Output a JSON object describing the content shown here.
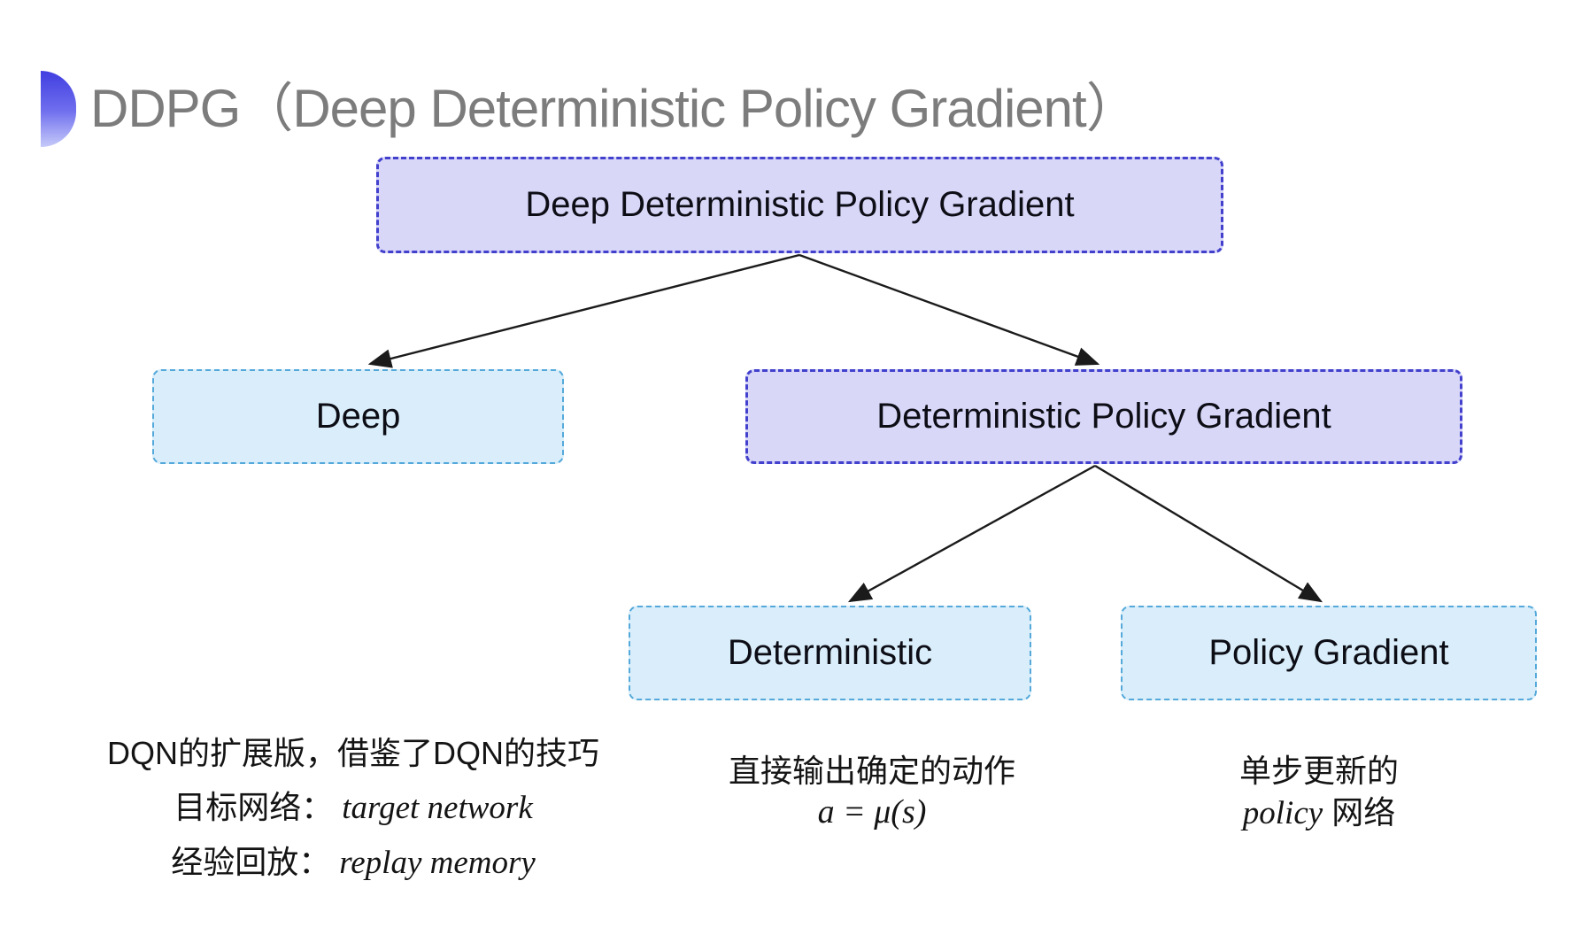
{
  "header": {
    "title": "DDPG（Deep Deterministic Policy Gradient）",
    "icon": "blue-gradient-semicircle"
  },
  "colors": {
    "background": "#ffffff",
    "title_gray": "#7c7c7c",
    "icon_blue_top": "#403ee0",
    "icon_blue_bottom": "#c6caf9",
    "purple_node_fill": "#d8d7f8",
    "purple_node_border": "#4240cd",
    "blue_node_fill": "#d9eefa",
    "blue_node_border": "#54a9da",
    "arrow_black": "#1b1b1b",
    "node_text": "#0d0d16"
  },
  "nodes": {
    "root": {
      "label": "Deep Deterministic Policy Gradient",
      "style": "purple"
    },
    "deep": {
      "label": "Deep",
      "style": "blue"
    },
    "dpg": {
      "label": "Deterministic Policy Gradient",
      "style": "purple"
    },
    "det": {
      "label": "Deterministic",
      "style": "blue"
    },
    "pg": {
      "label": "Policy Gradient",
      "style": "blue"
    }
  },
  "edges": [
    {
      "from": "root",
      "to": "deep"
    },
    {
      "from": "root",
      "to": "dpg"
    },
    {
      "from": "dpg",
      "to": "det"
    },
    {
      "from": "dpg",
      "to": "pg"
    }
  ],
  "notes": {
    "left": {
      "line1": "DQN的扩展版，借鉴了DQN的技巧",
      "line2_label": "目标网络：",
      "line2_value": "target network",
      "line3_label": "经验回放：",
      "line3_value": "replay memory"
    },
    "middle": {
      "line1": "直接输出确定的动作",
      "formula": "a = μ(s)"
    },
    "right": {
      "line1": "单步更新的",
      "line2_italic": "policy",
      "line2_suffix": " 网络"
    }
  }
}
